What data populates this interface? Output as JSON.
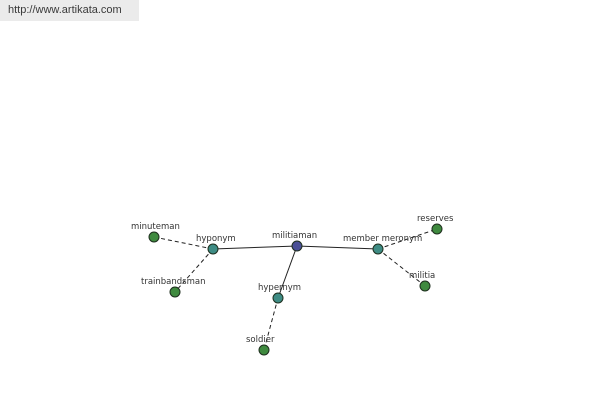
{
  "banner": {
    "url_text": "http://www.artikata.com"
  },
  "colors": {
    "center": "#4a4f96",
    "relation": "#3e8c84",
    "term": "#3f8a3f",
    "edge": "#222222"
  },
  "graph": {
    "center": {
      "id": "militiaman",
      "label": "militiaman"
    },
    "relations": [
      {
        "id": "hyponym",
        "label": "hyponym",
        "terms": [
          {
            "id": "minuteman",
            "label": "minuteman"
          },
          {
            "id": "trainbandsman",
            "label": "trainbandsman"
          }
        ]
      },
      {
        "id": "hypernym",
        "label": "hypernym",
        "terms": [
          {
            "id": "soldier",
            "label": "soldier"
          }
        ]
      },
      {
        "id": "member-meronym",
        "label": "member meronym",
        "terms": [
          {
            "id": "reserves",
            "label": "reserves"
          },
          {
            "id": "militia",
            "label": "militia"
          }
        ]
      }
    ]
  }
}
